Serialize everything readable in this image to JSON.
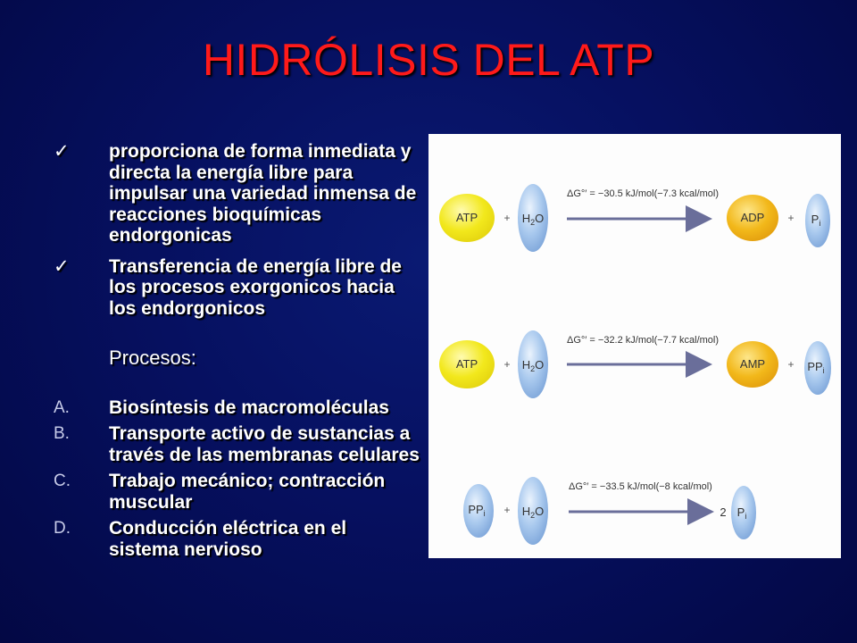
{
  "slide": {
    "title": "HIDRÓLISIS DEL ATP",
    "bullets": [
      {
        "mark": "✓",
        "text": "proporciona de forma inmediata y directa la energía libre para impulsar una variedad inmensa de reacciones bioquímicas endorgonicas"
      },
      {
        "mark": "✓",
        "text": "Transferencia de energía libre de los procesos exorgonicos hacia los endorgonicos"
      }
    ],
    "procesos_label": "Procesos:",
    "procesos": [
      {
        "letter": "A.",
        "text": "Biosíntesis de macromoléculas"
      },
      {
        "letter": "B.",
        "text": "Transporte activo de sustancias a través de las membranas celulares"
      },
      {
        "letter": "C.",
        "text": "Trabajo mecánico; contracción muscular"
      },
      {
        "letter": "D.",
        "text": "Conducción eléctrica en el sistema nervioso"
      }
    ]
  },
  "figure": {
    "colors": {
      "yellow": "#f2e81c",
      "orange": "#f2b81a",
      "blue": "#9fc2ea",
      "arrow": "#6a6e9a"
    },
    "reactions": [
      {
        "reactant1": "ATP",
        "plus1": "+",
        "water_H": "H",
        "water_sub": "2",
        "water_O": "O",
        "equation": "ΔG°′ = −30.5 kJ/mol(−7.3 kcal/mol)",
        "product1": "ADP",
        "plus2": "+",
        "product2_main": "P",
        "product2_sub": "i"
      },
      {
        "reactant1": "ATP",
        "plus1": "+",
        "water_H": "H",
        "water_sub": "2",
        "water_O": "O",
        "equation": "ΔG°′ = −32.2 kJ/mol(−7.7 kcal/mol)",
        "product1": "AMP",
        "plus2": "+",
        "product2_main": "PP",
        "product2_sub": "i"
      },
      {
        "reactant1_main": "PP",
        "reactant1_sub": "i",
        "plus1": "+",
        "water_H": "H",
        "water_sub": "2",
        "water_O": "O",
        "equation": "ΔG°′ = −33.5 kJ/mol(−8 kcal/mol)",
        "coefficient": "2",
        "product1_main": "P",
        "product1_sub": "i"
      }
    ]
  }
}
